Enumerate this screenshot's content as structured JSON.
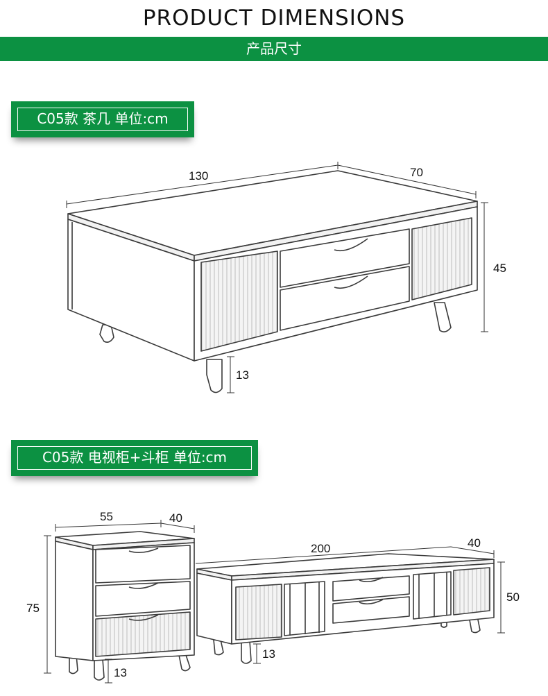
{
  "header": {
    "title": "PRODUCT DIMENSIONS",
    "subtitle": "产品尺寸"
  },
  "sections": [
    {
      "label": "C05款 茶几 单位:cm",
      "dimensions": {
        "length": "130",
        "depth": "70",
        "height": "45",
        "leg": "13"
      }
    },
    {
      "label": "C05款 电视柜+斗柜 单位:cm",
      "cabinet": {
        "width": "55",
        "depth": "40",
        "height": "75",
        "leg": "13"
      },
      "tv_stand": {
        "length": "200",
        "depth": "40",
        "height": "50",
        "leg": "13"
      }
    }
  ],
  "colors": {
    "accent": "#0c9142",
    "line": "#3a3a3a"
  }
}
